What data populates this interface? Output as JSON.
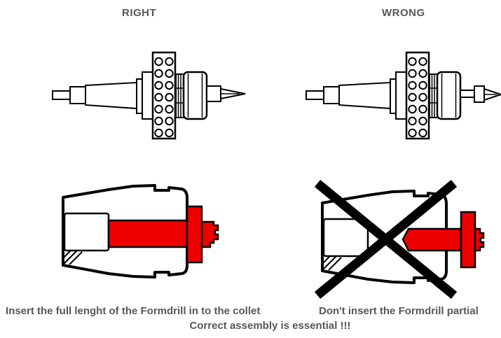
{
  "labels": {
    "right": "RIGHT",
    "wrong": "WRONG"
  },
  "captions": {
    "left": "Insert the full lenght of the Formdrill in to the collet",
    "right": "Don't insert the Formdrill partial",
    "bottom": "Correct assembly is essential !!!"
  },
  "colors": {
    "background": "#ffffff",
    "line": "#000000",
    "drill_red": "#ee0000",
    "text": "#57575a"
  }
}
